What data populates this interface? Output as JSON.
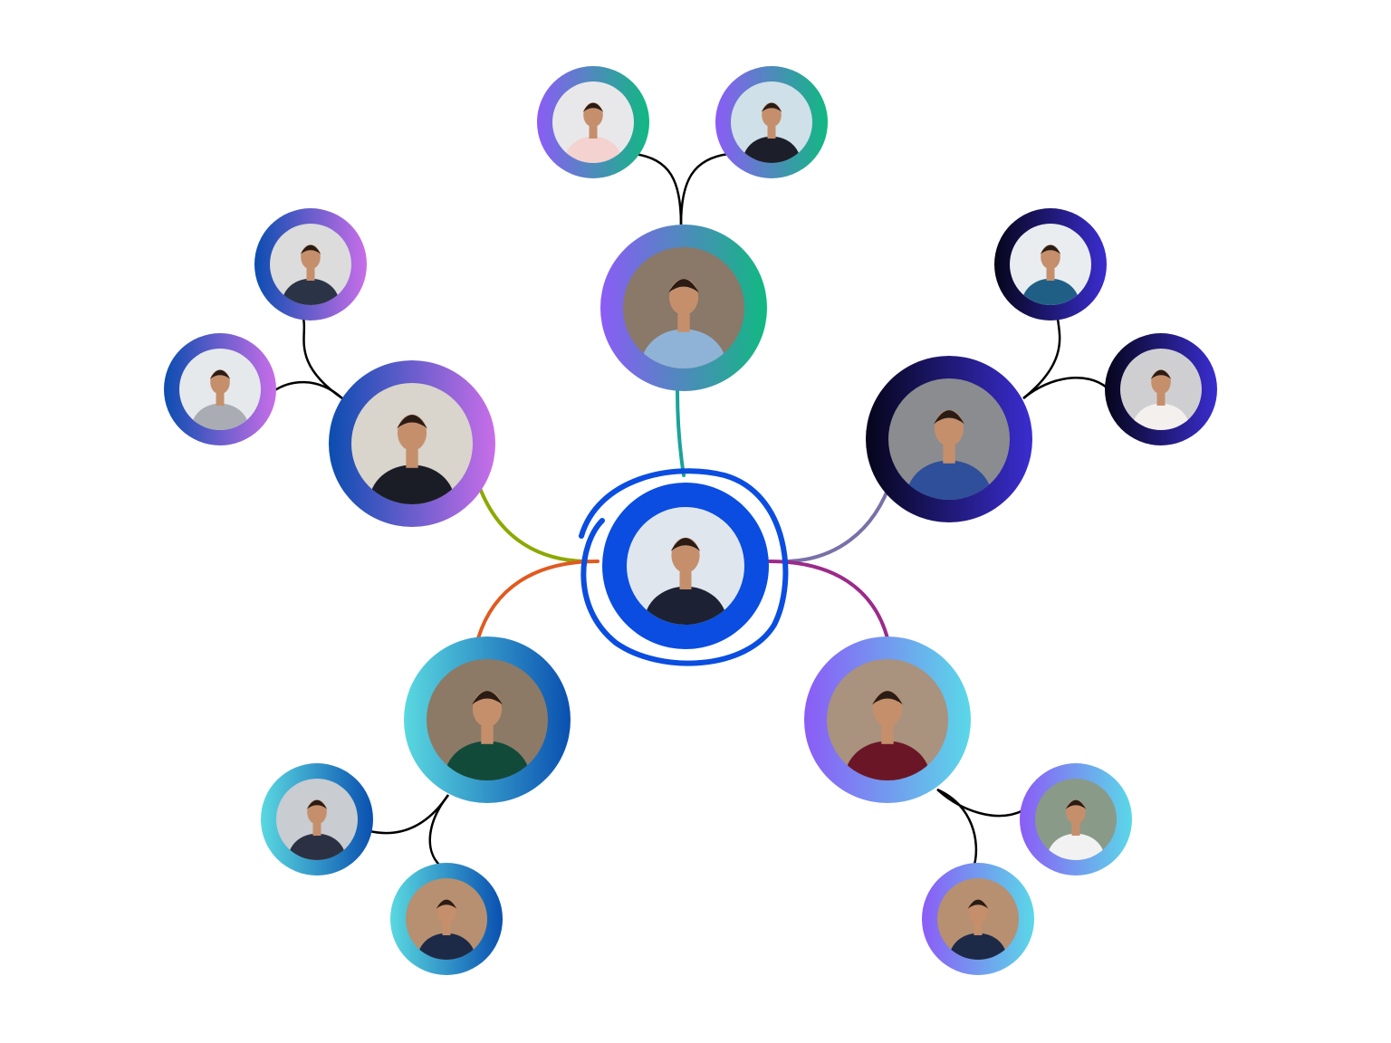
{
  "diagram": {
    "type": "people-network",
    "center": {
      "id": "center",
      "ring_color": "#0a4de0",
      "photo_bg": "#dfe6ee",
      "shirt": "#1c2233",
      "icon": "person-avatar-icon"
    },
    "groups": [
      {
        "id": "top",
        "gradient": [
          "#8b5cf6",
          "#10b981"
        ],
        "connector_color": "#1aa39a",
        "photo_bg": "#8a7868",
        "shirt": "#8fb3d6",
        "children": [
          {
            "id": "top-a",
            "photo_bg": "#e8e8ea",
            "shirt": "#f3d2d0"
          },
          {
            "id": "top-b",
            "photo_bg": "#cfe0e8",
            "shirt": "#1c1f2a"
          }
        ]
      },
      {
        "id": "left",
        "gradient": [
          "#0b4db0",
          "#c86ee8"
        ],
        "connector_color": "#8ea800",
        "photo_bg": "#d9d4cc",
        "shirt": "#1b1d26",
        "children": [
          {
            "id": "left-a",
            "photo_bg": "#dcdcdc",
            "shirt": "#2b3346"
          },
          {
            "id": "left-b",
            "photo_bg": "#e6e9ec",
            "shirt": "#a9adb3"
          }
        ]
      },
      {
        "id": "right",
        "gradient": [
          "#05051a",
          "#3a2dd0"
        ],
        "connector_color": "#7a70a8",
        "photo_bg": "#8a8c90",
        "shirt": "#2f4f9a",
        "children": [
          {
            "id": "right-a",
            "photo_bg": "#e9edf0",
            "shirt": "#1f5f86"
          },
          {
            "id": "right-b",
            "photo_bg": "#cfcfd2",
            "shirt": "#f4f0ee"
          }
        ]
      },
      {
        "id": "bottom-left",
        "gradient": [
          "#5ad8e0",
          "#0a50b0"
        ],
        "connector_color": "#e05a20",
        "photo_bg": "#8c7a66",
        "shirt": "#124a3a",
        "children": [
          {
            "id": "bottom-left-a",
            "photo_bg": "#c9ccd0",
            "shirt": "#2b3142"
          },
          {
            "id": "bottom-left-b",
            "photo_bg": "#b69070",
            "shirt": "#1c2a48"
          }
        ]
      },
      {
        "id": "bottom-right",
        "gradient": [
          "#8b5cf6",
          "#5ad8e8"
        ],
        "connector_color": "#9b2a8a",
        "photo_bg": "#a9927e",
        "shirt": "#6b1626",
        "children": [
          {
            "id": "bottom-right-a",
            "photo_bg": "#8a9a88",
            "shirt": "#f2f2f2"
          },
          {
            "id": "bottom-right-b",
            "photo_bg": "#b69070",
            "shirt": "#1c2a48"
          }
        ]
      }
    ],
    "child_connector_color": "#000000"
  }
}
